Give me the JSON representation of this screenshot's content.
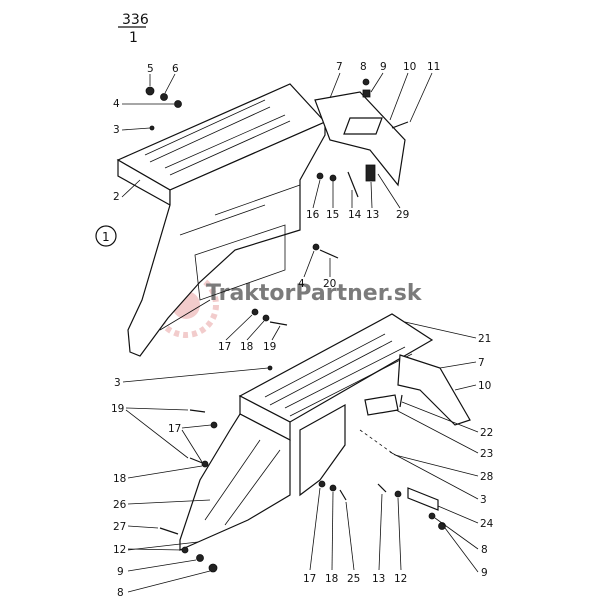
{
  "page_number": {
    "top": "336",
    "bottom": "1"
  },
  "figure_marker": "1",
  "watermark_text": "TraktorPartner.sk",
  "colors": {
    "ink": "#111111",
    "paper": "#ffffff",
    "watermark_red": "#e8a3a3",
    "watermark_gray": "#c8c8c8"
  },
  "callouts_upper": [
    "5",
    "6",
    "4",
    "3",
    "2",
    "7",
    "8",
    "9",
    "10",
    "11",
    "16",
    "15",
    "14",
    "13",
    "29",
    "20",
    "4",
    "17",
    "18",
    "19"
  ],
  "callouts_lower": [
    "21",
    "7",
    "10",
    "3",
    "19",
    "17",
    "18",
    "26",
    "22",
    "23",
    "28",
    "3",
    "24",
    "27",
    "12",
    "9",
    "8",
    "17",
    "18",
    "25",
    "13",
    "12",
    "8",
    "9"
  ]
}
